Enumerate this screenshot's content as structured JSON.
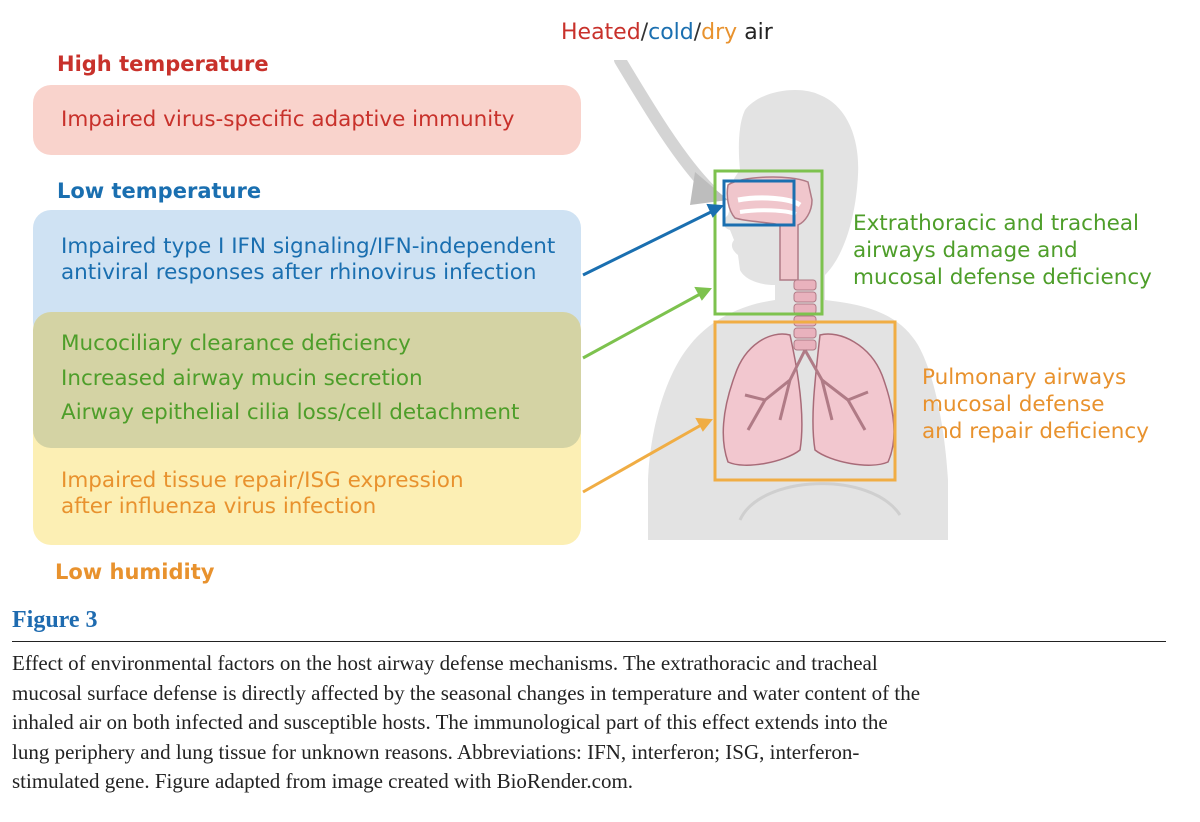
{
  "figure": {
    "air_label": {
      "heated": "Heated",
      "sep1": "/",
      "cold": "cold",
      "sep2": "/",
      "dry": "dry",
      "rest": " air"
    },
    "high_temperature": {
      "heading": "High temperature",
      "lines": [
        "Impaired virus-specific adaptive immunity"
      ]
    },
    "low_temperature": {
      "heading": "Low temperature",
      "lines": [
        "Impaired type I IFN signaling/IFN-independent",
        "antiviral responses after rhinovirus infection"
      ]
    },
    "mucociliary": {
      "lines": [
        "Mucociliary clearance deficiency",
        "Increased airway mucin secretion",
        "Airway epithelial cilia loss/cell detachment"
      ]
    },
    "low_humidity": {
      "heading": "Low humidity",
      "lines": [
        "Impaired tissue repair/ISG expression",
        "after influenza virus infection"
      ]
    },
    "extrathoracic_label": [
      "Extrathoracic and tracheal",
      "airways damage and",
      "mucosal defense deficiency"
    ],
    "pulmonary_label": [
      "Pulmonary airways",
      "mucosal defense",
      "and repair deficiency"
    ]
  },
  "caption": {
    "label": "Figure 3",
    "lines": [
      "Effect of environmental factors on the host airway defense mechanisms. The extrathoracic and tracheal",
      "mucosal surface defense is directly affected by the seasonal changes in temperature and water content of the",
      "inhaled air on both infected and susceptible hosts. The immunological part of this effect extends into the",
      "lung periphery and lung tissue for unknown reasons. Abbreviations: IFN, interferon; ISG, interferon-",
      "stimulated gene. Figure adapted from image created with BioRender.com."
    ]
  },
  "colors": {
    "red": "#c8312b",
    "blue": "#1a6fb0",
    "green": "#5aa832",
    "orange": "#e8922e",
    "pink_box": "#f9d3cc",
    "blue_box": "#cfe2f3",
    "olive_box": "#d4d3a4",
    "yellow_box": "#fcefb4",
    "caption_blue": "#1e6bb0"
  }
}
